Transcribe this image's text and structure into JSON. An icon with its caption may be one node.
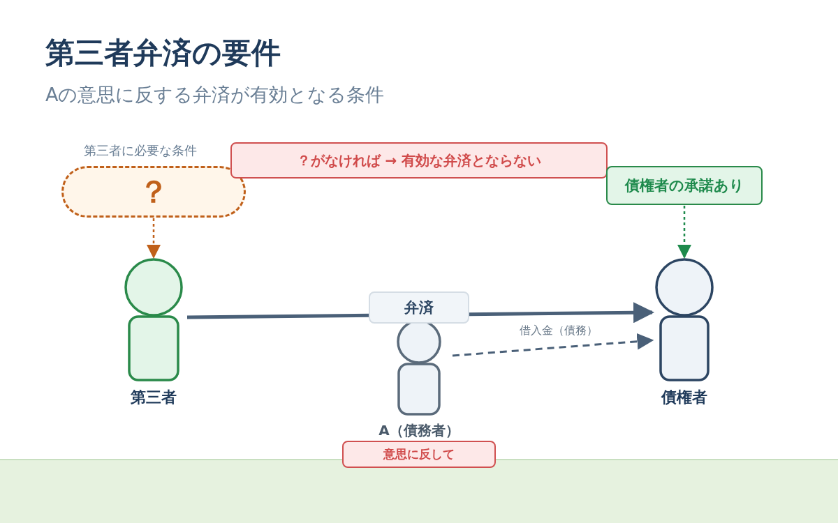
{
  "diagram": {
    "title": "第三者弁済の要件",
    "caption": "Aの意思に反する弁済が有効となる条件",
    "nodes": [
      {
        "text": [
          "？"
        ],
        "beside": [
          "第三者に必要な条件"
        ]
      },
      {
        "text": [
          "？がなければ → 有効な弁済とならない"
        ]
      },
      {
        "text": [
          "債権者の承諾あり"
        ]
      },
      {
        "text": [
          "第三者"
        ]
      },
      {
        "text": [
          "A（債務者）"
        ]
      },
      {
        "text": [
          "債権者"
        ]
      },
      {
        "text": [
          "意思に反して"
        ]
      }
    ],
    "edges": [
      {
        "from": 0,
        "to": 3,
        "arrow": "to",
        "style": "dashed",
        "color": "#c0601a"
      },
      {
        "from": 2,
        "to": 5,
        "arrow": "to",
        "style": "dashed",
        "color": "#1e8a4c"
      },
      {
        "from": 3,
        "to": 5,
        "arrow": "to",
        "style": "thick",
        "label": "弁済"
      },
      {
        "from": 4,
        "to": 5,
        "arrow": "to",
        "style": "dashed",
        "label": "借入金（債務）"
      }
    ]
  }
}
